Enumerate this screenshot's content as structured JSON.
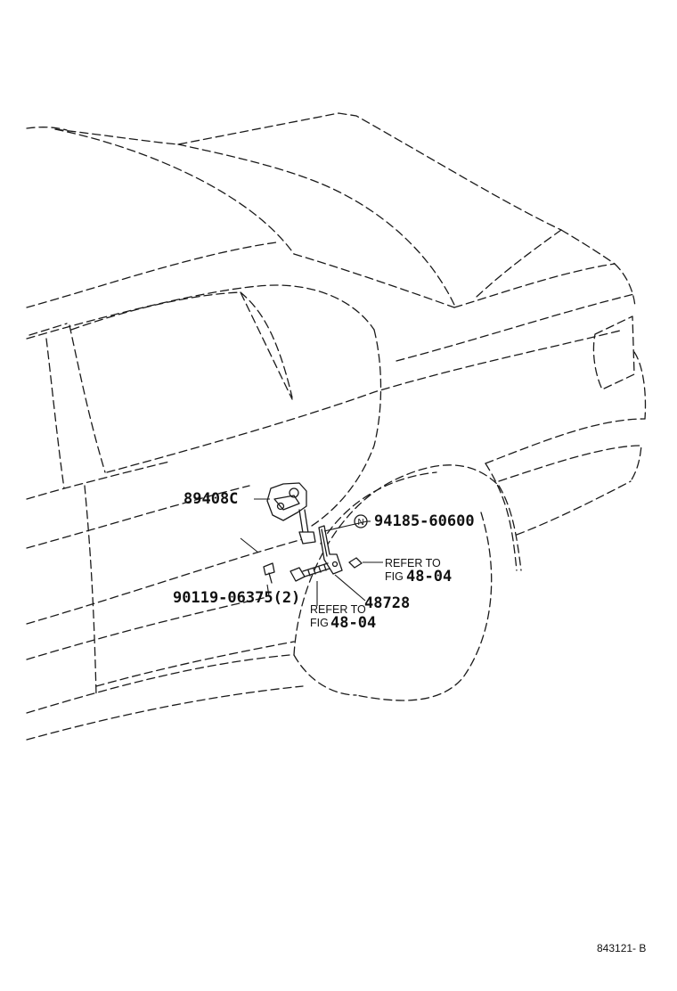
{
  "labels": {
    "part_89408c": "89408C",
    "part_94185": "94185-60600",
    "new_part_symbol": "N",
    "part_48728": "48728",
    "part_90119": "90119-06375(2)",
    "ref_right_line1": "REFER TO",
    "ref_right_line2_prefix": "FIG",
    "ref_right_line2_num": "48-04",
    "ref_left_line1": "REFER TO",
    "ref_left_line2_prefix": "FIG",
    "ref_left_line2_num": "48-04"
  },
  "diagram_code": "843121- B"
}
